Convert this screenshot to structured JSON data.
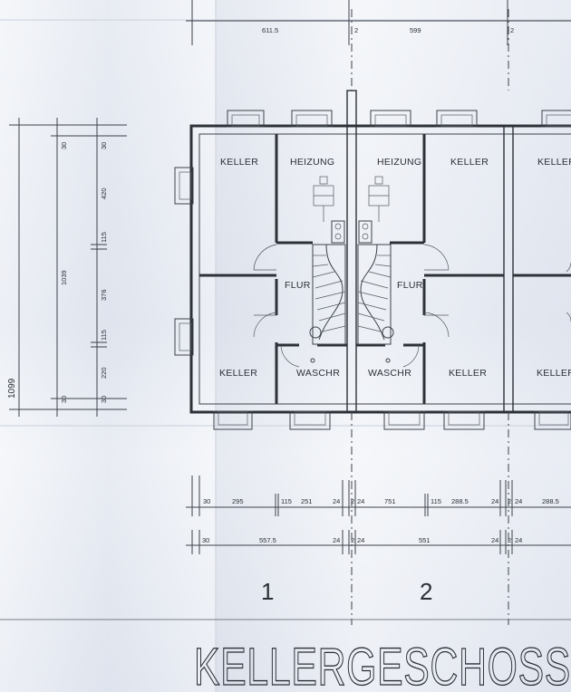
{
  "title": "KELLERGESCHOSS",
  "rooms": {
    "keller": "KELLER",
    "heizung": "HEIZUNG",
    "flur": "FLUR",
    "waschr": "WASCHR"
  },
  "units": [
    "1",
    "2"
  ],
  "top_dims": {
    "a": "611.5",
    "gap1": "2",
    "b": "599",
    "gap2": "2"
  },
  "left_dims": {
    "outer": "1099",
    "inner": "1039",
    "col1": [
      "30",
      "30"
    ],
    "col2": [
      "30",
      "420",
      "115",
      "376",
      "115",
      "220",
      "30"
    ]
  },
  "bottom_row1": [
    "30",
    "295",
    "115",
    "251",
    "24",
    "2",
    "24",
    "751",
    "115",
    "288.5",
    "24",
    "2",
    "24",
    "288.5"
  ],
  "bottom_row2": [
    "30",
    "557.5",
    "24",
    "2",
    "24",
    "551",
    "24",
    "2",
    "24"
  ]
}
